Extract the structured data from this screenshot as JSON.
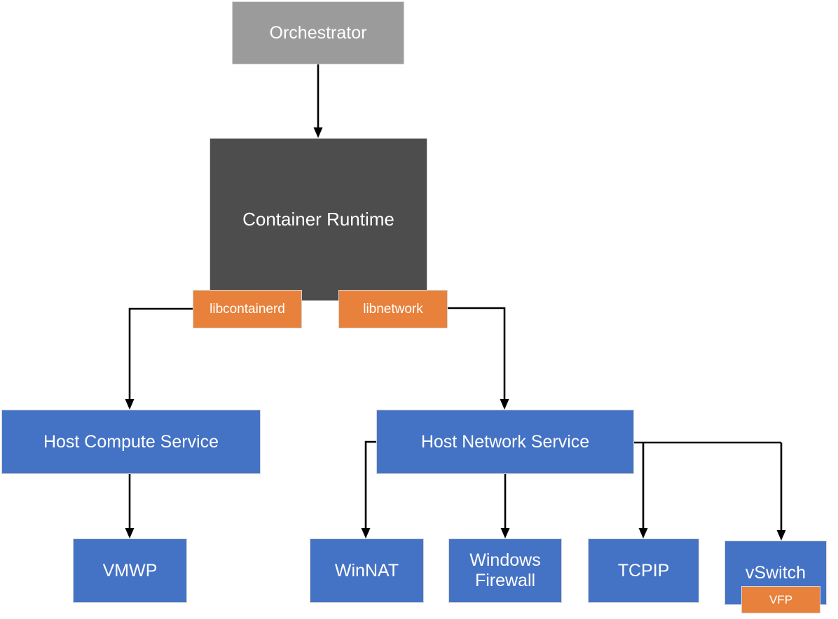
{
  "diagram": {
    "type": "hierarchy-flowchart",
    "background": "#ffffff",
    "connector_color": "#000000"
  },
  "colors": {
    "gray_box": "#9b9b9b",
    "dark_box": "#4d4d4d",
    "blue_box": "#4472c4",
    "orange_box": "#e8813b",
    "box_border": "#d6d6d6",
    "text": "#ffffff",
    "arrow": "#000000"
  },
  "nodes": {
    "orchestrator": {
      "label": "Orchestrator",
      "color": "#9b9b9b"
    },
    "container_runtime": {
      "label": "Container Runtime",
      "color": "#4d4d4d"
    },
    "libcontainerd": {
      "label": "libcontainerd",
      "color": "#e8813b"
    },
    "libnetwork": {
      "label": "libnetwork",
      "color": "#e8813b"
    },
    "host_compute_service": {
      "label": "Host Compute Service",
      "color": "#4472c4"
    },
    "host_network_service": {
      "label": "Host Network Service",
      "color": "#4472c4"
    },
    "vmwp": {
      "label": "VMWP",
      "color": "#4472c4"
    },
    "winnat": {
      "label": "WinNAT",
      "color": "#4472c4"
    },
    "windows_firewall": {
      "label": "Windows Firewall",
      "color": "#4472c4"
    },
    "tcpip": {
      "label": "TCPIP",
      "color": "#4472c4"
    },
    "vswitch": {
      "label": "vSwitch",
      "color": "#4472c4"
    },
    "vfp": {
      "label": "VFP",
      "color": "#e8813b"
    }
  },
  "edges": [
    {
      "from": "Orchestrator",
      "to": "Container Runtime"
    },
    {
      "from": "libcontainerd",
      "to": "Host Compute Service"
    },
    {
      "from": "libnetwork",
      "to": "Host Network Service"
    },
    {
      "from": "Host Compute Service",
      "to": "VMWP"
    },
    {
      "from": "Host Network Service",
      "to": "WinNAT"
    },
    {
      "from": "Host Network Service",
      "to": "Windows Firewall"
    },
    {
      "from": "Host Network Service",
      "to": "TCPIP"
    },
    {
      "from": "Host Network Service",
      "to": "vSwitch"
    }
  ]
}
